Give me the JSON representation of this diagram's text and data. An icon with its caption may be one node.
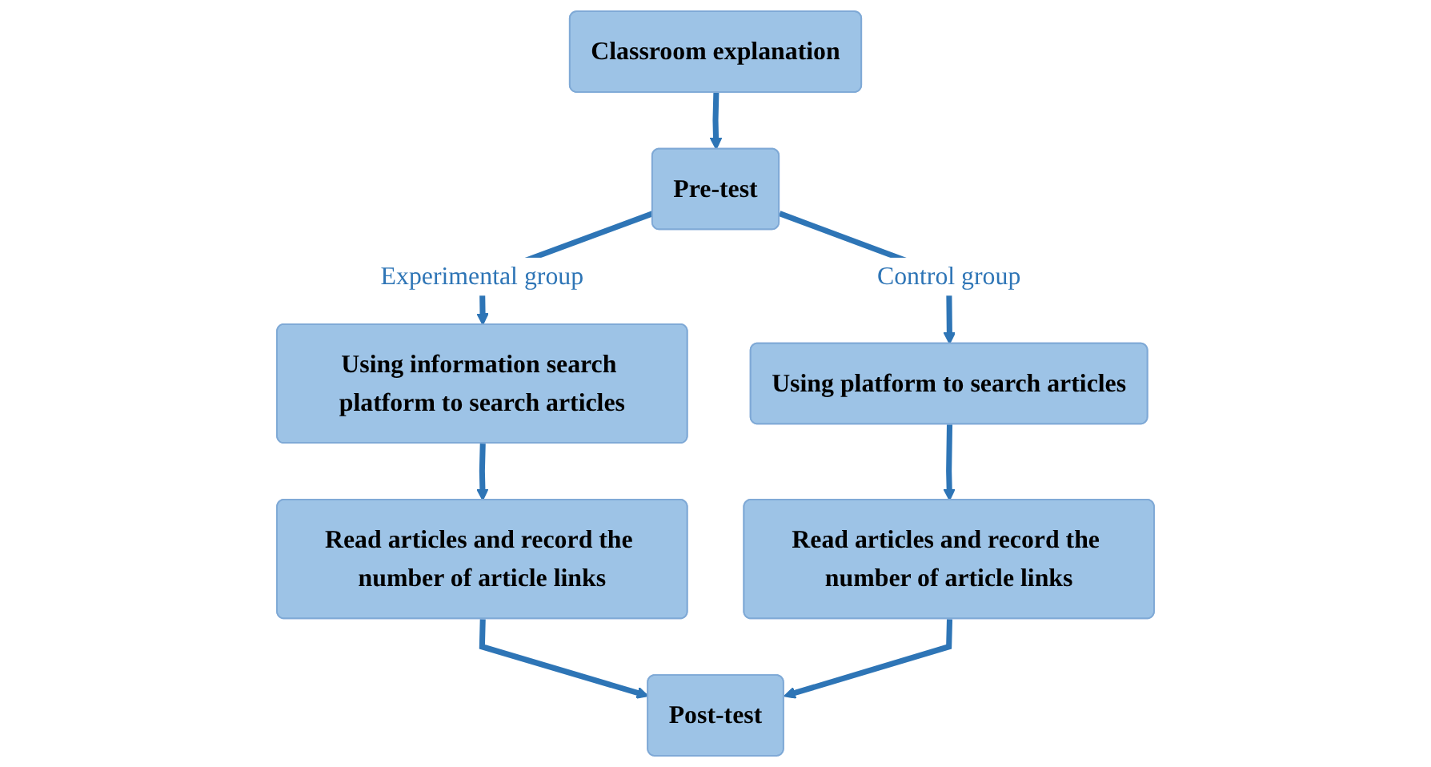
{
  "diagram": {
    "nodes": [
      {
        "text": [
          "Classroom explanation"
        ]
      },
      {
        "text": [
          "Pre-test"
        ]
      },
      {
        "text": [
          "Using information search platform to search articles"
        ]
      },
      {
        "text": [
          "Using platform to search articles"
        ]
      },
      {
        "text": [
          "Read articles and record the number of article links"
        ]
      },
      {
        "text": [
          "Read articles and record the number of article links"
        ]
      },
      {
        "text": [
          "Post-test"
        ]
      }
    ],
    "edges": [
      {
        "from": 0,
        "to": 1,
        "arrow": "to"
      },
      {
        "from": 1,
        "to": 2,
        "arrow": "to",
        "label": "Experimental group"
      },
      {
        "from": 1,
        "to": 3,
        "arrow": "to",
        "label": "Control group"
      },
      {
        "from": 2,
        "to": 4,
        "arrow": "to"
      },
      {
        "from": 3,
        "to": 5,
        "arrow": "to"
      },
      {
        "from": 4,
        "to": 6,
        "arrow": "to"
      },
      {
        "from": 5,
        "to": 6,
        "arrow": "to"
      }
    ]
  }
}
